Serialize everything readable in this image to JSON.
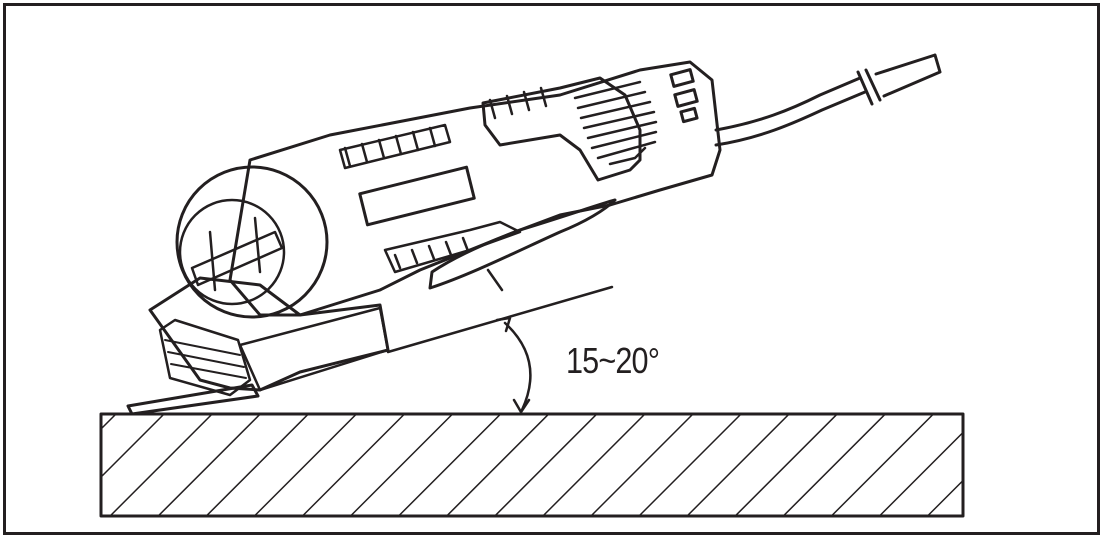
{
  "diagram": {
    "angle_label": "15~20°",
    "colors": {
      "ink": "#231f20",
      "background": "#ffffff"
    },
    "parts": [
      "angle-grinder",
      "workpiece",
      "angle-arc",
      "reference-line",
      "power-cord"
    ]
  }
}
